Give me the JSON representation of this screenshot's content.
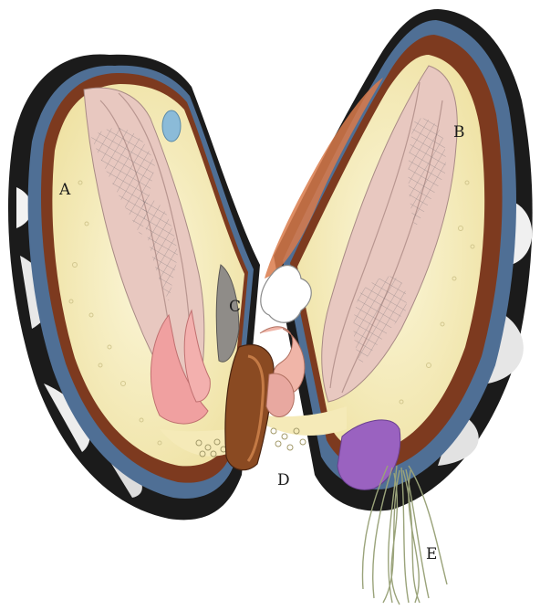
{
  "labels": {
    "a": "A",
    "b": "B",
    "c": "C",
    "d": "D",
    "e": "E"
  },
  "colors": {
    "shell_outer": "#1b1b1b",
    "shell_blue": "#4f6f95",
    "shell_brown": "#7d3a1f",
    "mantle_yellow": "#f6eec0",
    "gill_pink": "#e9c8c0",
    "muscle_brown": "#8a4a22",
    "foot_pink": "#f0a0a0",
    "purple_muscle": "#9a62c0",
    "byssus": "#9aa37a"
  }
}
